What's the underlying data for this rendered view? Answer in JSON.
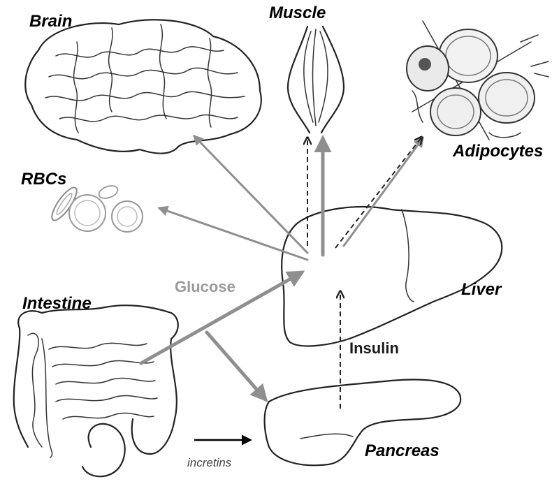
{
  "labels": {
    "brain": "Brain",
    "muscle": "Muscle",
    "adipocytes": "Adipocytes",
    "rbcs": "RBCs",
    "liver": "Liver",
    "intestine": "Intestine",
    "pancreas": "Pancreas",
    "glucose": "Glucose",
    "insulin": "Insulin",
    "incretins": "incretins"
  },
  "colors": {
    "glucose_arrow": "#8f8f8f",
    "insulin_arrow": "#222222",
    "outline": "#222222"
  }
}
